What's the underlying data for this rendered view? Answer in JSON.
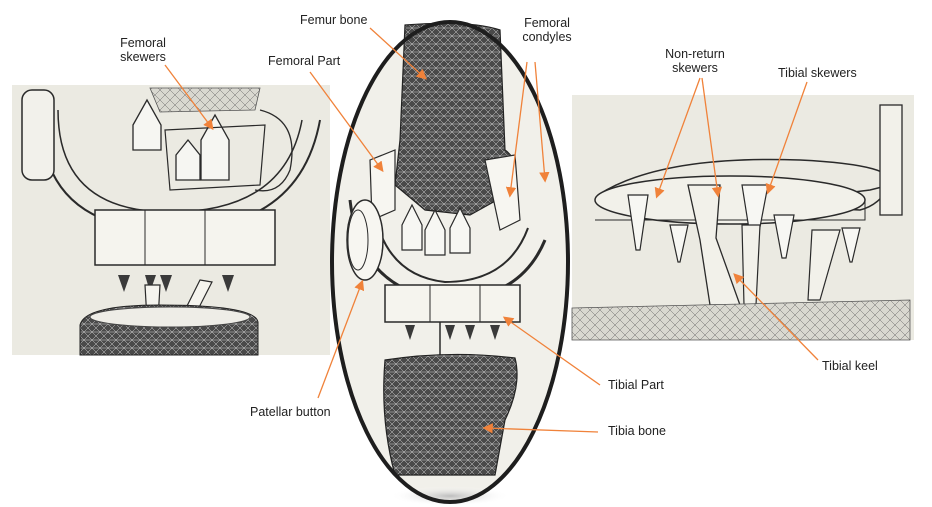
{
  "labels": {
    "femur_bone": "Femur bone",
    "femoral_skewers_1": "Femoral",
    "femoral_skewers_2": "skewers",
    "femoral_part": "Femoral Part",
    "femoral_condyles_1": "Femoral",
    "femoral_condyles_2": "condyles",
    "non_return_skewers_1": "Non-return",
    "non_return_skewers_2": "skewers",
    "tibial_skewers": "Tibial skewers",
    "patellar_button": "Patellar button",
    "tibial_part": "Tibial Part",
    "tibia_bone": "Tibia bone",
    "tibial_keel": "Tibial keel"
  },
  "colors": {
    "leader_line": "#f0823a",
    "outline": "#2a2a2a",
    "panel_bg": "#ecebe3",
    "mesh_dark": "#3a3a3a",
    "ellipse_border": "#1e1e1e"
  }
}
